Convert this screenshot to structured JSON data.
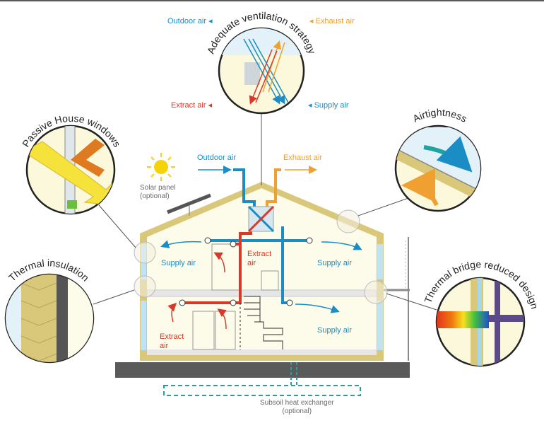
{
  "top_circle": {
    "title": "Adequate ventilation strategy",
    "outdoor_air": "Outdoor air",
    "exhaust_air": "Exhaust air",
    "extract_air": "Extract air",
    "supply_air": "Supply air"
  },
  "windows_circle": {
    "title": "Passive House windows"
  },
  "airtight_circle": {
    "title": "Airtightness"
  },
  "insulation_circle": {
    "title": "Thermal insulation"
  },
  "bridge_circle": {
    "title": "Thermal bridge reduced design"
  },
  "house": {
    "outdoor_air": "Outdoor air",
    "exhaust_air": "Exhaust air",
    "solar_panel_line1": "Solar panel",
    "solar_panel_line2": "(optional)",
    "supply_air_upper_left": "Supply air",
    "supply_air_upper_right": "Supply air",
    "supply_air_lower_right": "Supply air",
    "extract_air_upper_line1": "Extract",
    "extract_air_upper_line2": "air",
    "extract_air_lower_line1": "Extract",
    "extract_air_lower_line2": "air",
    "subsoil_line1": "Subsoil heat exchanger",
    "subsoil_line2": "(optional)"
  },
  "colors": {
    "supply_blue": "#1a8ec4",
    "exhaust_orange": "#f0a030",
    "extract_red": "#d63a2a",
    "insulation_yellow": "#d9c77a",
    "interior_cream": "#fdfbe9",
    "ground_dark": "#5a5a5a",
    "subsoil_teal": "#20a3a0"
  }
}
